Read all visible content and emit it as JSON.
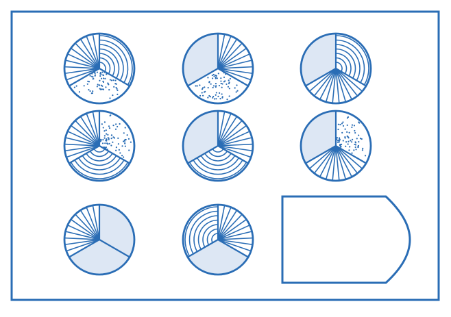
{
  "colors": {
    "stroke": "#2a6db5",
    "fill": "#dde7f4",
    "background": "#ffffff"
  },
  "puzzle": {
    "rows": [
      [
        {
          "segments": [
            {
              "pattern": "radial-lines"
            },
            {
              "pattern": "concentric-arcs"
            },
            {
              "pattern": "dots"
            }
          ]
        },
        {
          "segments": [
            {
              "pattern": "plain"
            },
            {
              "pattern": "radial-lines"
            },
            {
              "pattern": "dots"
            }
          ]
        },
        {
          "segments": [
            {
              "pattern": "plain"
            },
            {
              "pattern": "concentric-arcs"
            },
            {
              "pattern": "radial-lines"
            }
          ]
        }
      ],
      [
        {
          "segments": [
            {
              "pattern": "radial-lines"
            },
            {
              "pattern": "dots"
            },
            {
              "pattern": "concentric-arcs"
            }
          ]
        },
        {
          "segments": [
            {
              "pattern": "plain"
            },
            {
              "pattern": "radial-lines"
            },
            {
              "pattern": "concentric-arcs"
            }
          ]
        },
        {
          "segments": [
            {
              "pattern": "plain"
            },
            {
              "pattern": "dots"
            },
            {
              "pattern": "radial-lines"
            }
          ]
        }
      ],
      [
        {
          "segments": [
            {
              "pattern": "radial-lines"
            },
            {
              "pattern": "plain"
            },
            {
              "pattern": "plain"
            }
          ]
        },
        {
          "segments": [
            {
              "pattern": "concentric-arcs"
            },
            {
              "pattern": "radial-lines"
            },
            {
              "pattern": "plain"
            }
          ]
        }
      ]
    ],
    "answer_slot": {
      "shape": "rounded-right-card",
      "content": ""
    }
  }
}
